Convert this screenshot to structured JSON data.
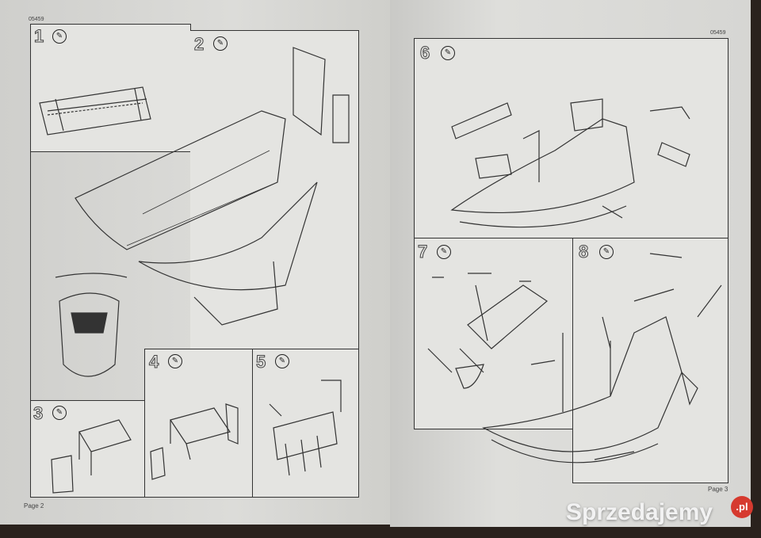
{
  "sheet_code_left": "05459",
  "sheet_code_right": "05459",
  "page_left": "Page 2",
  "page_right": "Page 3",
  "steps": [
    "1",
    "2",
    "3",
    "4",
    "5",
    "6",
    "7",
    "8"
  ],
  "tool_icon": "glue-tube-icon",
  "watermark": {
    "text": "Sprzedajemy",
    "badge": ".pl",
    "badge_color": "#d63a2f"
  }
}
